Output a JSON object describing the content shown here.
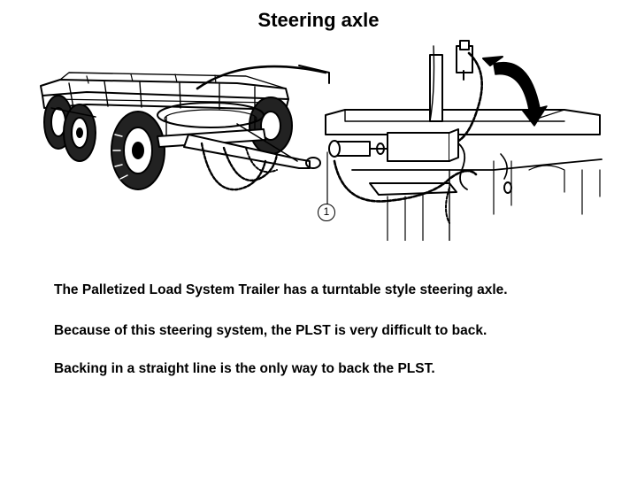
{
  "slide": {
    "title": "Steering axle"
  },
  "figure": {
    "callout_number": "1",
    "icons": [
      "trailer-illustration",
      "hitch-detail-illustration",
      "rotation-arrow-icon"
    ]
  },
  "body": {
    "paragraphs": [
      "The Palletized Load System Trailer has a turntable style steering axle.",
      "Because of this steering system, the PLST is very difficult to back.",
      "Backing in a straight line is the only way to back the PLST."
    ]
  }
}
